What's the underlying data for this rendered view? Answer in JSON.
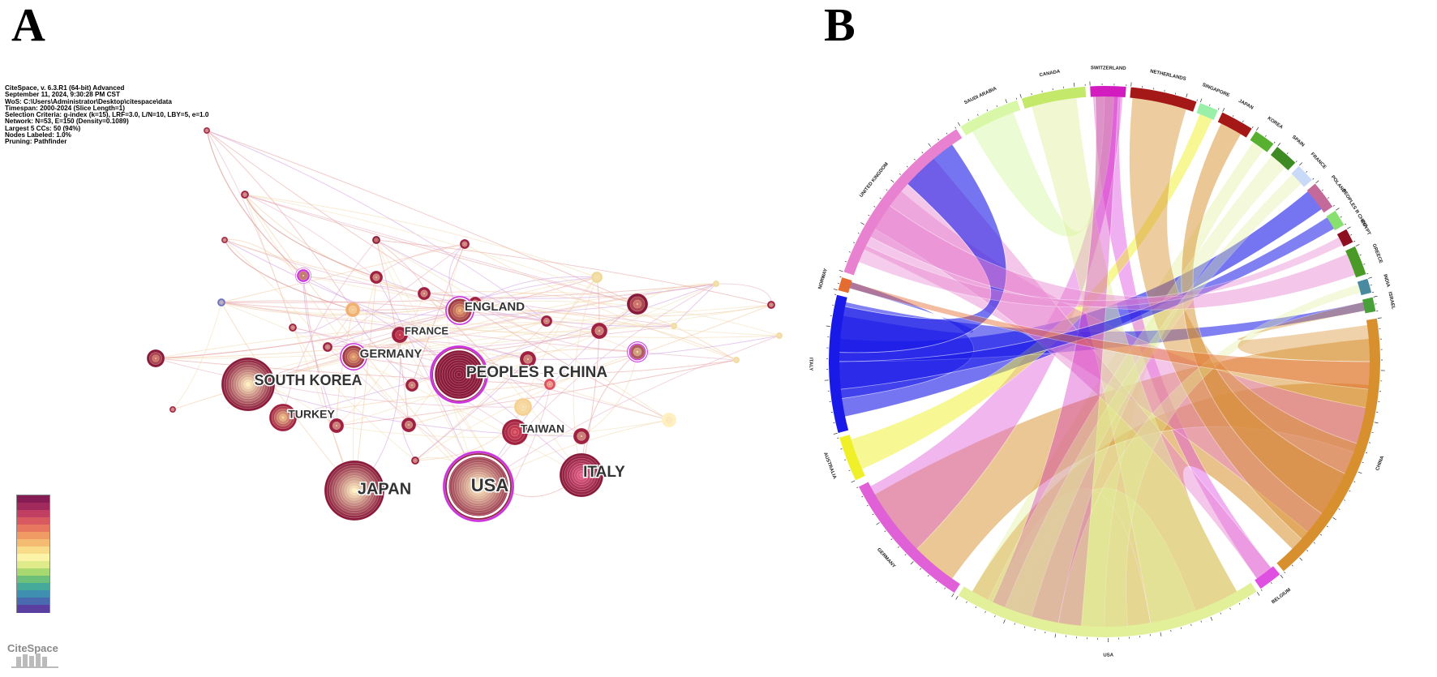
{
  "panelA": {
    "letter": "A",
    "meta_lines": [
      "CiteSpace, v. 6.3.R1 (64-bit) Advanced",
      "September 11, 2024, 9:30:28 PM CST",
      "WoS: C:\\Users\\Administrator\\Desktop\\citespace\\data",
      "Timespan: 2000-2024 (Slice Length=1)",
      "Selection Criteria: g-index (k=15), LRF=3.0, L/N=10, LBY=5, e=1.0",
      "Network: N=53, E=150 (Density=0.1089)",
      "Largest 5 CCs: 50 (94%)",
      "Nodes Labeled: 1.0%",
      "Pruning: Pathfinder"
    ],
    "labeled_nodes": [
      {
        "label": "USA",
        "outer": "#cc33e0",
        "core": "#fff0c0"
      },
      {
        "label": "PEOPLES R CHINA",
        "outer": "#cc33e0",
        "core": "#8a1a3a"
      },
      {
        "label": "JAPAN",
        "outer": "#8a1a3a",
        "core": "#fff0c0"
      },
      {
        "label": "SOUTH KOREA",
        "outer": "#8a1a3a",
        "core": "#fff0c0"
      },
      {
        "label": "ITALY",
        "outer": "#8a1a3a",
        "core": "#e8608a"
      },
      {
        "label": "ENGLAND",
        "outer": "#cc33e0",
        "core": "#f0b070"
      },
      {
        "label": "GERMANY",
        "outer": "#cc33e0",
        "core": "#f0b070"
      },
      {
        "label": "FRANCE",
        "outer": "#a02040",
        "core": "#e05060"
      },
      {
        "label": "TURKEY",
        "outer": "#a02040",
        "core": "#f5d090"
      },
      {
        "label": "TAIWAN",
        "outer": "#a02040",
        "core": "#e05060"
      }
    ],
    "legend_colors": [
      "#5b3fa0",
      "#4a6ab0",
      "#3f8fb0",
      "#46aa9a",
      "#6cc07a",
      "#a8d870",
      "#dfeb8a",
      "#fbf3a8",
      "#f8dc8a",
      "#f4bb72",
      "#f09a64",
      "#e7775e",
      "#d85a60",
      "#c03f62",
      "#a12a5c",
      "#851c54"
    ],
    "logo_text": "CiteSpace"
  },
  "panelB": {
    "letter": "B",
    "countries": [
      {
        "label": "CANADA",
        "color": "#c3e86a"
      },
      {
        "label": "SWITZERLAND",
        "color": "#d21cc0"
      },
      {
        "label": "NETHERLANDS",
        "color": "#a51818"
      },
      {
        "label": "SINGAPORE",
        "color": "#9af0a8"
      },
      {
        "label": "JAPAN",
        "color": "#a51818"
      },
      {
        "label": "KOREA",
        "color": "#58b030"
      },
      {
        "label": "SPAIN",
        "color": "#3e8a24"
      },
      {
        "label": "FRANCE",
        "color": "#c8daf8"
      },
      {
        "label": "POLAND",
        "color": "#c46a9a"
      },
      {
        "label": "PEOPLES R CHINA",
        "color": "#88e070"
      },
      {
        "label": "EGYPT",
        "color": "#8c1020"
      },
      {
        "label": "GREECE",
        "color": "#4a9a28"
      },
      {
        "label": "INDIA",
        "color": "#4a8aa0"
      },
      {
        "label": "ISRAEL",
        "color": "#48a038"
      },
      {
        "label": "CHINA",
        "color": "#d8902e"
      },
      {
        "label": "BELGIUM",
        "color": "#e050e0"
      },
      {
        "label": "USA",
        "color": "#e2f09a"
      },
      {
        "label": "GERMANY",
        "color": "#e060d8"
      },
      {
        "label": "AUSTRALIA",
        "color": "#f0f02a"
      },
      {
        "label": "ITALY",
        "color": "#1a1ae8"
      },
      {
        "label": "NORWAY",
        "color": "#e56c30"
      },
      {
        "label": "UNITED KINGDOM",
        "color": "#e882d0"
      },
      {
        "label": "SAUDI ARABIA",
        "color": "#d8f8a8"
      }
    ]
  }
}
